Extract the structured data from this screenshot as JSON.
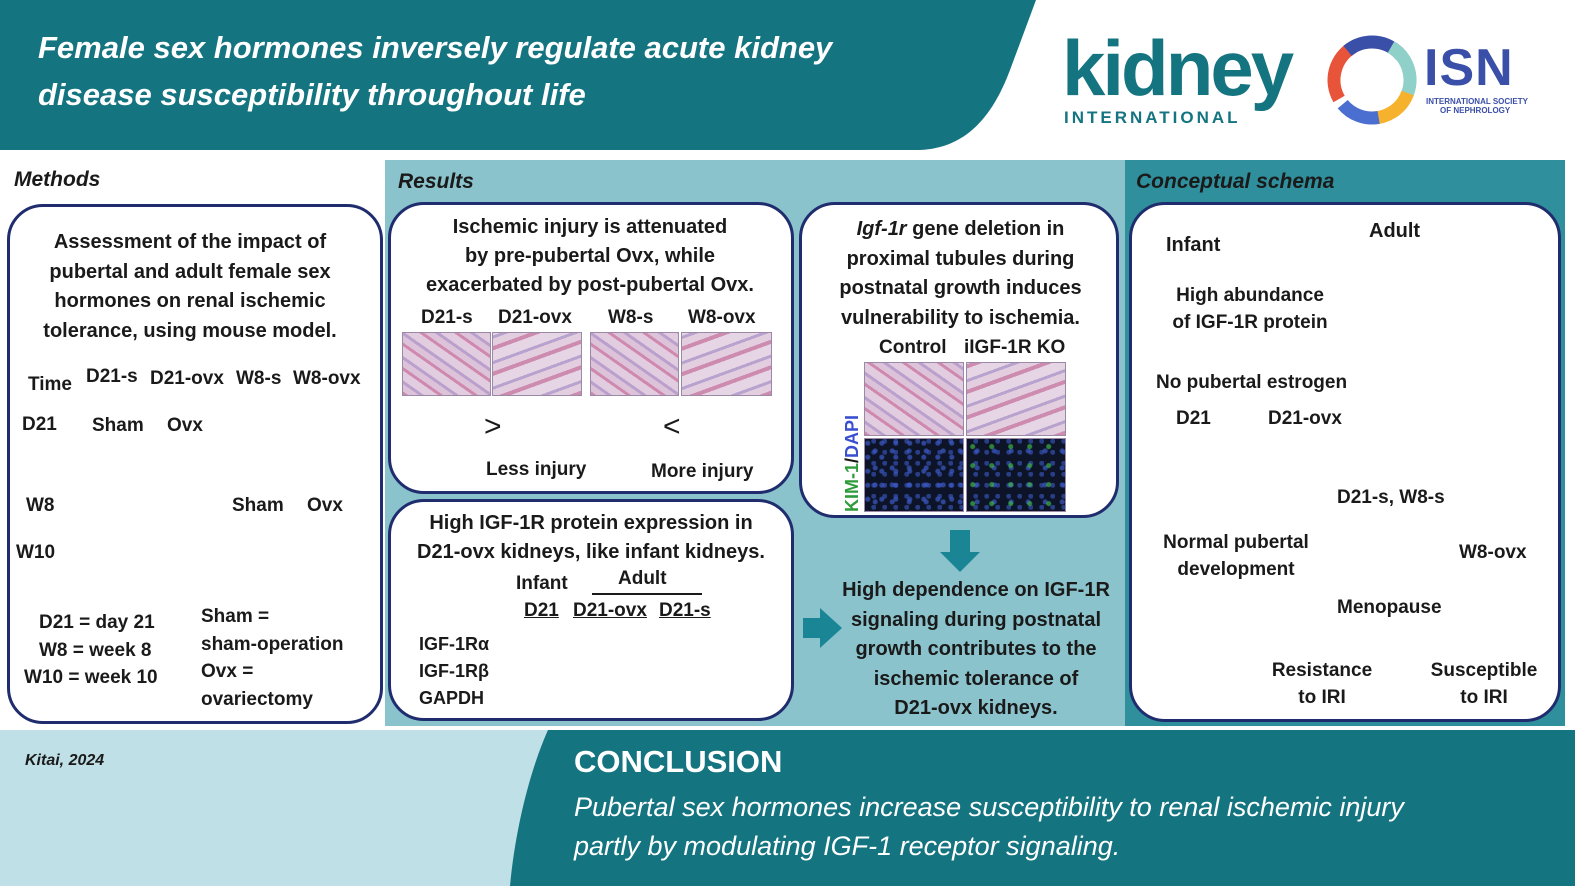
{
  "header": {
    "title_line1": "Female sex hormones inversely regulate acute kidney",
    "title_line2": "disease susceptibility throughout life",
    "kidney_logo_main": "kidney",
    "kidney_logo_sub": "INTERNATIONAL",
    "isn_logo_main": "ISN",
    "isn_logo_sub1": "INTERNATIONAL SOCIETY",
    "isn_logo_sub2": "OF NEPHROLOGY"
  },
  "methods": {
    "section_title": "Methods",
    "heading": [
      "Assessment of the impact of",
      "pubertal and adult female sex",
      "hormones on renal ischemic",
      "tolerance, using mouse model."
    ],
    "time_label": "Time",
    "groups": [
      "D21-s",
      "D21-ovx",
      "W8-s",
      "W8-ovx"
    ],
    "timepoints": [
      "D21",
      "W8",
      "W10"
    ],
    "d21_ops": [
      "Sham",
      "Ovx"
    ],
    "w8_ops": [
      "Sham",
      "Ovx"
    ],
    "legend_left": [
      "D21 = day 21",
      "W8 = week 8",
      "W10 = week 10"
    ],
    "legend_right": [
      "Sham =",
      "sham-operation",
      "Ovx =",
      "ovariectomy"
    ]
  },
  "results": {
    "section_title": "Results",
    "box1": {
      "heading": [
        "Ischemic injury is attenuated",
        "by pre-pubertal Ovx, while",
        "exacerbated by post-pubertal Ovx."
      ],
      "labels": [
        "D21-s",
        "D21-ovx",
        "W8-s",
        "W8-ovx"
      ],
      "cmp1": ">",
      "cmp2": "<",
      "less": "Less injury",
      "more": "More injury"
    },
    "box2": {
      "heading1_italic": "Igf-1r",
      "heading1_rest": " gene deletion in",
      "heading": [
        "proximal tubules during",
        "postnatal growth induces",
        "vulnerability to ischemia."
      ],
      "col1": "Control",
      "col2": "iIGF-1R KO",
      "side_kim": "KIM-1",
      "side_slash": "/",
      "side_dapi": "DAPI"
    },
    "box3": {
      "heading": [
        "High IGF-1R protein expression in",
        "D21-ovx kidneys, like infant kidneys."
      ],
      "infant": "Infant",
      "adult": "Adult",
      "lanes": [
        "D21",
        "D21-ovx",
        "D21-s"
      ],
      "bands": [
        "IGF-1Rα",
        "IGF-1Rβ",
        "GAPDH"
      ]
    },
    "summary": [
      "High dependence on IGF-1R",
      "signaling during postnatal",
      "growth contributes to the",
      "ischemic tolerance of",
      "D21-ovx kidneys."
    ]
  },
  "schema": {
    "section_title": "Conceptual schema",
    "infant": "Infant",
    "adult": "Adult",
    "high_abund": [
      "High abundance",
      "of IGF-1R protein"
    ],
    "no_estrogen": "No pubertal estrogen",
    "d21": "D21",
    "d21ovx": "D21-ovx",
    "d21s_w8s": "D21-s, W8-s",
    "normal": [
      "Normal pubertal",
      "development"
    ],
    "w8ovx": "W8-ovx",
    "menopause": "Menopause",
    "resist": [
      "Resistance",
      "to IRI"
    ],
    "suscept": [
      "Susceptible",
      "to IRI"
    ]
  },
  "footer": {
    "citation": "Kitai, 2024",
    "conclusion_title": "CONCLUSION",
    "conclusion_text": [
      "Pubertal sex hormones increase susceptibility to renal ischemic injury",
      "partly by modulating IGF-1 receptor signaling."
    ]
  },
  "colors": {
    "teal_dark": "#147480",
    "teal_results": "#8ac3cc",
    "teal_schema": "#2f8f9c",
    "footer_light": "#bfe0e6",
    "box_border": "#1f2d6e",
    "arrow_teal": "#1a8594",
    "kidney_red": "#d0472a",
    "kidney_orange": "#ef9a2b",
    "kidney_dark": "#8f1c1e"
  }
}
